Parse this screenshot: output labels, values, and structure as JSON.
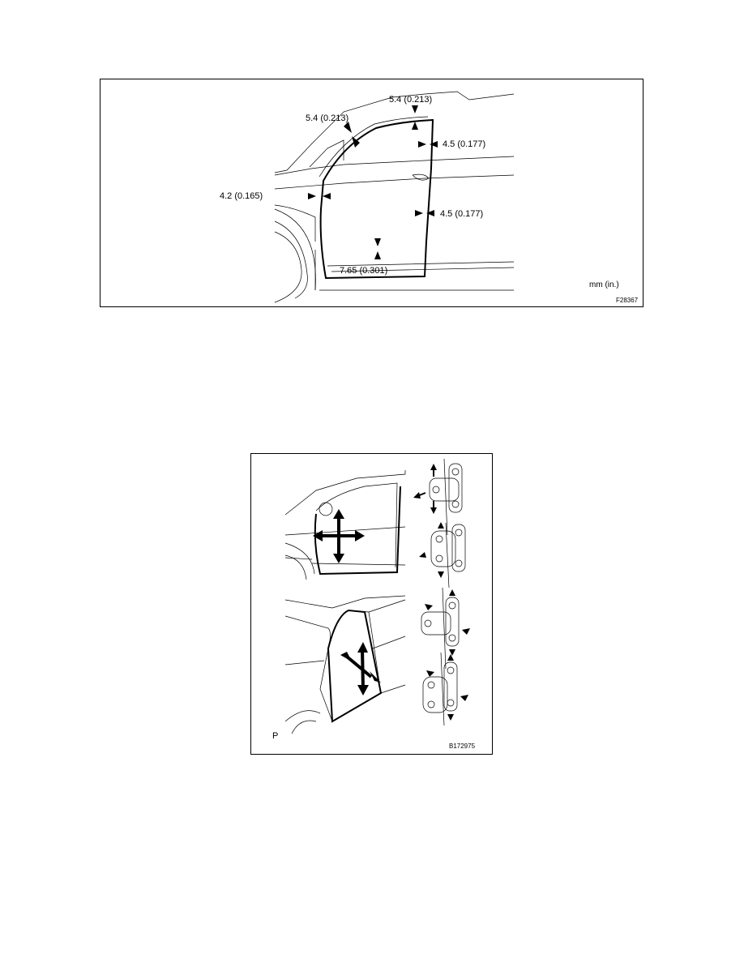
{
  "figure1": {
    "title": "Door weatherstrip clearance diagram",
    "unit_label": "mm (in.)",
    "figure_code": "F28367",
    "measurements": [
      {
        "position": "top",
        "label": "5.4 (0.213)"
      },
      {
        "position": "upper-front",
        "label": "5.4 (0.213)"
      },
      {
        "position": "upper-rear",
        "label": "4.5 (0.177)"
      },
      {
        "position": "front",
        "label": "4.2 (0.165)"
      },
      {
        "position": "lower-rear",
        "label": "4.5 (0.177)"
      },
      {
        "position": "bottom",
        "label": "7.65 (0.301)"
      }
    ]
  },
  "figure2": {
    "title": "Door and hinge adjustment directions",
    "view_marker": "P",
    "figure_code": "B172975"
  }
}
